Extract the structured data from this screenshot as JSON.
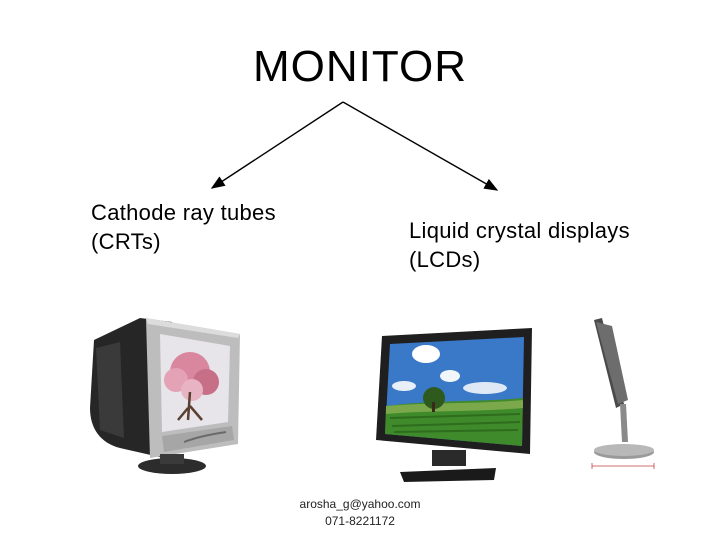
{
  "title": "MONITOR",
  "categories": [
    {
      "lines": [
        "Cathode ray tubes",
        "(CRTs)"
      ]
    },
    {
      "lines": [
        "Liquid crystal displays",
        "(LCDs)"
      ]
    }
  ],
  "contact": {
    "email": "arosha_g@yahoo.com",
    "phone": "071-8221172"
  },
  "colors": {
    "arrow": "#000000",
    "sky": "#3a78c8",
    "grass": "#3f8a2a",
    "blossom": "#d9879e",
    "crt_body": "#2a2a2a",
    "crt_bezel": "#c8c8c8"
  }
}
